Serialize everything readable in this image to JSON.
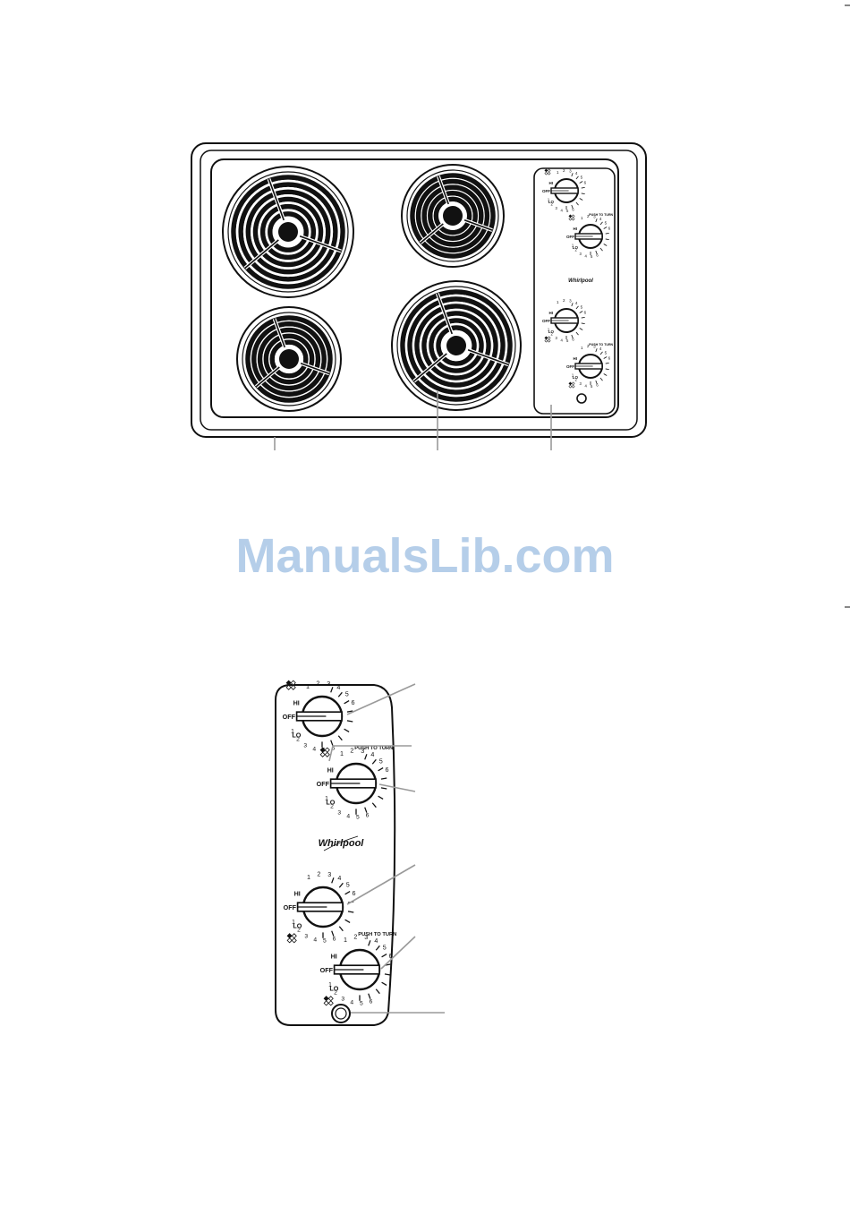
{
  "watermark": "ManualsLib.com",
  "brand": "Whirlpool",
  "knob_labels": {
    "off": "OFF",
    "hi": "HI",
    "lo": "LO",
    "push_to_turn": "PUSH TO TURN"
  },
  "colors": {
    "ink": "#111111",
    "leader": "#9a9a9a",
    "watermark": "#a9c6e6"
  }
}
